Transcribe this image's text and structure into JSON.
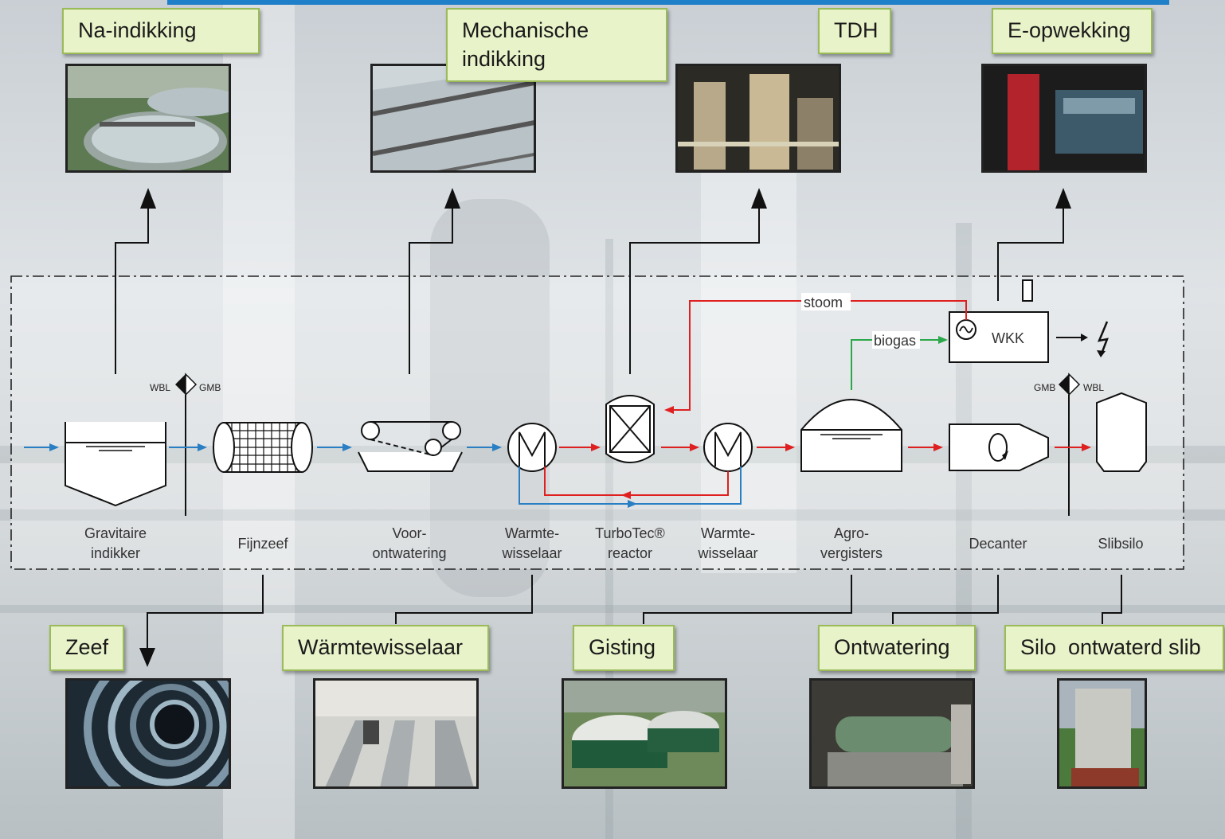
{
  "top_labels": [
    {
      "text": "Na-indikking"
    },
    {
      "text_line1": "Mechanische",
      "text_line2": "indikking"
    },
    {
      "text": "TDH"
    },
    {
      "text": "E-opwekking"
    }
  ],
  "bottom_labels": [
    {
      "text": "Zeef"
    },
    {
      "text": "Wärmtewisselaar"
    },
    {
      "text": "Gisting"
    },
    {
      "text": "Ontwatering"
    },
    {
      "text": "Silo  ontwaterd slib"
    }
  ],
  "process_steps": [
    {
      "line1": "Gravitaire",
      "line2": "indikker"
    },
    {
      "line1": "Fijnzeef",
      "line2": ""
    },
    {
      "line1": "Voor-",
      "line2": "ontwatering"
    },
    {
      "line1": "Warmte-",
      "line2": "wisselaar"
    },
    {
      "line1": "TurboTec®",
      "line2": "reactor"
    },
    {
      "line1": "Warmte-",
      "line2": "wisselaar"
    },
    {
      "line1": "Agro-",
      "line2": "vergisters"
    },
    {
      "line1": "Decanter",
      "line2": ""
    },
    {
      "line1": "Slibsilo",
      "line2": ""
    }
  ],
  "stream_labels": {
    "stoom": "stoom",
    "biogas": "biogas",
    "wkk": "WKK"
  },
  "dosing": {
    "left_wbl": "WBL",
    "left_gmb": "GMB",
    "right_gmb": "GMB",
    "right_wbl": "WBL"
  },
  "colors": {
    "sludge_flow": "#e02020",
    "water_flow": "#2a7fc4",
    "biogas_flow": "#2aa84a",
    "steam_flow": "#e02020",
    "label_fill": "#e8f3c9",
    "label_border": "#9bbb59",
    "top_bar": "#1f7fc9"
  }
}
